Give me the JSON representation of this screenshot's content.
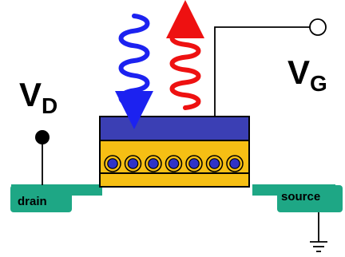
{
  "labels": {
    "vd_main": "V",
    "vd_sub": "D",
    "vg_main": "V",
    "vg_sub": "G",
    "drain": "drain",
    "source": "source"
  },
  "colors": {
    "gate_layer": "#3b3fb4",
    "channel_layer": "#f6bf14",
    "pad": "#1ea785",
    "incoming_wave": "#1c22f0",
    "outgoing_wave": "#ee1111",
    "particle_fill": "#2f33c8",
    "particle_ring": "#f6bf14",
    "line": "#000000"
  },
  "icons": {
    "vd_terminal": "filled-circle-terminal",
    "vg_terminal": "open-circle-terminal",
    "ground": "ground-symbol"
  },
  "particle_count": 7
}
